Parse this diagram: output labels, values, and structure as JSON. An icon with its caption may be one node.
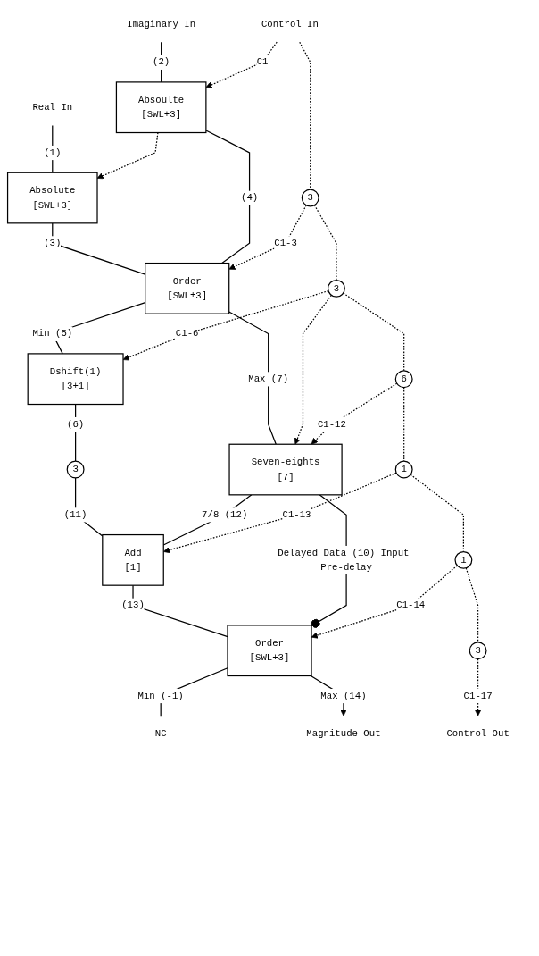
{
  "diagram": {
    "nodes": [
      {
        "text": [
          "Real In"
        ]
      },
      {
        "text": [
          "Imaginary In"
        ]
      },
      {
        "text": [
          "Control In"
        ]
      },
      {
        "text": [
          "Absolute",
          "[SWL+3]"
        ]
      },
      {
        "text": [
          "Absoulte",
          "[SWL+3]"
        ]
      },
      {
        "text": [
          "3"
        ]
      },
      {
        "text": [
          "Order",
          "[SWL±3]"
        ]
      },
      {
        "text": [
          "3"
        ]
      },
      {
        "text": [
          "Dshift(1)",
          "[3+1]"
        ]
      },
      {
        "text": [
          "Seven-eights",
          "[7]"
        ]
      },
      {
        "text": [
          "6"
        ]
      },
      {
        "text": [
          "3"
        ]
      },
      {
        "text": [
          "1"
        ]
      },
      {
        "text": [
          "Add",
          "[1]"
        ]
      },
      {
        "text": [
          "1"
        ]
      },
      {
        "text": [
          "Order",
          "[SWL+3]"
        ]
      },
      {
        "text": [
          "3"
        ]
      },
      {
        "text": [
          "NC"
        ]
      },
      {
        "text": [
          "Magnitude Out"
        ]
      },
      {
        "text": [
          "Control Out"
        ]
      }
    ],
    "edges": [
      {
        "from": 0,
        "to": 3,
        "arrow": "none",
        "label": "(1)"
      },
      {
        "from": 1,
        "to": 4,
        "arrow": "none",
        "label": "(2)"
      },
      {
        "from": 3,
        "to": 6,
        "arrow": "none",
        "label": "(3)"
      },
      {
        "from": 4,
        "to": 6,
        "arrow": "none",
        "label": "(4)"
      },
      {
        "from": 6,
        "to": 8,
        "arrow": "none",
        "label": "Min (5)"
      },
      {
        "from": 6,
        "to": 9,
        "arrow": "none",
        "label": "Max (7)"
      },
      {
        "from": 8,
        "to": 11,
        "arrow": "none",
        "label": "(6)"
      },
      {
        "from": 11,
        "to": 13,
        "arrow": "none",
        "label": "(11)"
      },
      {
        "from": 9,
        "to": 13,
        "arrow": "none",
        "label": "7/8 (12)"
      },
      {
        "from": 13,
        "to": 15,
        "arrow": "none",
        "label": "(13)"
      },
      {
        "from": 9,
        "to": 15,
        "arrow": "other",
        "label": "Delayed Data (10) Input Pre-delay"
      },
      {
        "from": 15,
        "to": 17,
        "arrow": "none",
        "label": "Min (-1)"
      },
      {
        "from": 15,
        "to": 18,
        "arrow": "to",
        "label": "Max (14)"
      },
      {
        "from": 2,
        "to": 5,
        "arrow": "none",
        "style": "dashed"
      },
      {
        "from": 5,
        "to": 7,
        "arrow": "none",
        "style": "dashed"
      },
      {
        "from": 7,
        "to": 10,
        "arrow": "none",
        "style": "dashed"
      },
      {
        "from": 10,
        "to": 12,
        "arrow": "none",
        "style": "dashed"
      },
      {
        "from": 12,
        "to": 14,
        "arrow": "none",
        "style": "dashed"
      },
      {
        "from": 14,
        "to": 16,
        "arrow": "none",
        "style": "dashed"
      },
      {
        "from": 16,
        "to": 19,
        "arrow": "to",
        "style": "dashed",
        "label": "C1-17"
      },
      {
        "from": 2,
        "to": 4,
        "arrow": "to",
        "style": "dashed",
        "label": "C1"
      },
      {
        "from": 4,
        "to": 3,
        "arrow": "to",
        "style": "dashed"
      },
      {
        "from": 5,
        "to": 6,
        "arrow": "to",
        "style": "dashed",
        "label": "C1-3"
      },
      {
        "from": 7,
        "to": 8,
        "arrow": "to",
        "style": "dashed",
        "label": "C1-6"
      },
      {
        "from": 7,
        "to": 9,
        "arrow": "to",
        "style": "dashed"
      },
      {
        "from": 10,
        "to": 9,
        "arrow": "to",
        "style": "dashed",
        "label": "C1-12"
      },
      {
        "from": 12,
        "to": 13,
        "arrow": "to",
        "style": "dashed",
        "label": "C1-13"
      },
      {
        "from": 14,
        "to": 15,
        "arrow": "to",
        "style": "dashed",
        "label": "C1-14"
      }
    ]
  }
}
